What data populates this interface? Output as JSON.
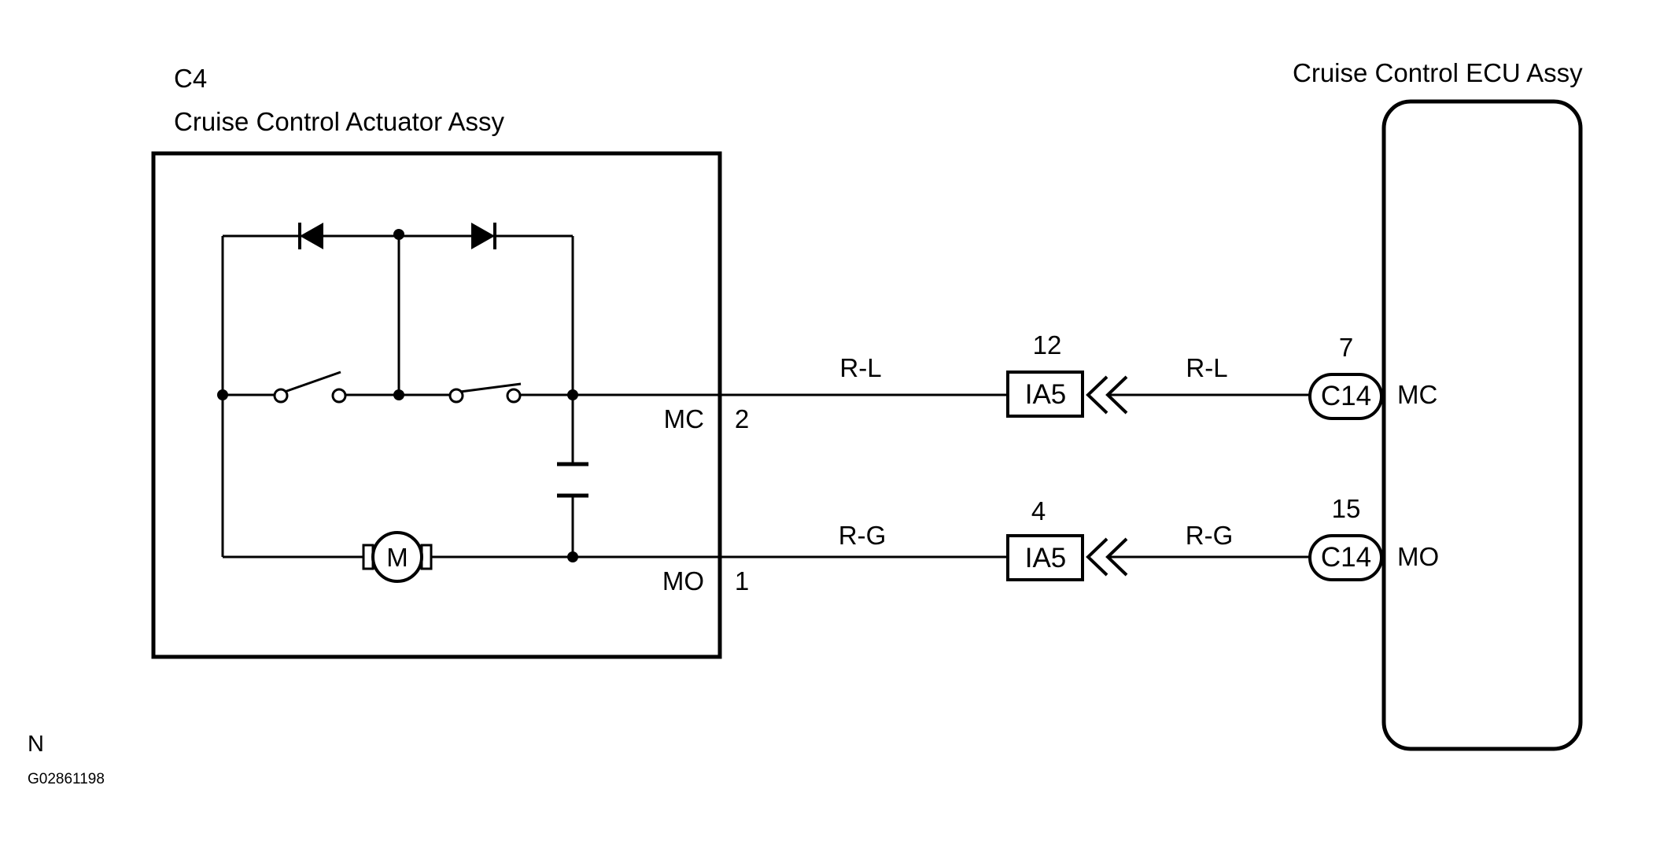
{
  "actuator": {
    "connector_code": "C4",
    "name": "Cruise Control Actuator Assy",
    "terminals": [
      {
        "name": "MC",
        "pin": "2"
      },
      {
        "name": "MO",
        "pin": "1"
      }
    ],
    "motor_symbol": "M"
  },
  "ecu": {
    "name": "Cruise Control ECU Assy",
    "terminals": [
      {
        "name": "MC",
        "pin": "7",
        "connector": "C14"
      },
      {
        "name": "MO",
        "pin": "15",
        "connector": "C14"
      }
    ]
  },
  "wires": [
    {
      "left_color": "R-L",
      "right_color": "R-L",
      "junction": {
        "code": "IA5",
        "pin": "12"
      }
    },
    {
      "left_color": "R-G",
      "right_color": "R-G",
      "junction": {
        "code": "IA5",
        "pin": "4"
      }
    }
  ],
  "footer": {
    "mark": "N",
    "figure_id": "G02861198"
  },
  "colors": {
    "line": "#000000",
    "background": "#ffffff"
  }
}
